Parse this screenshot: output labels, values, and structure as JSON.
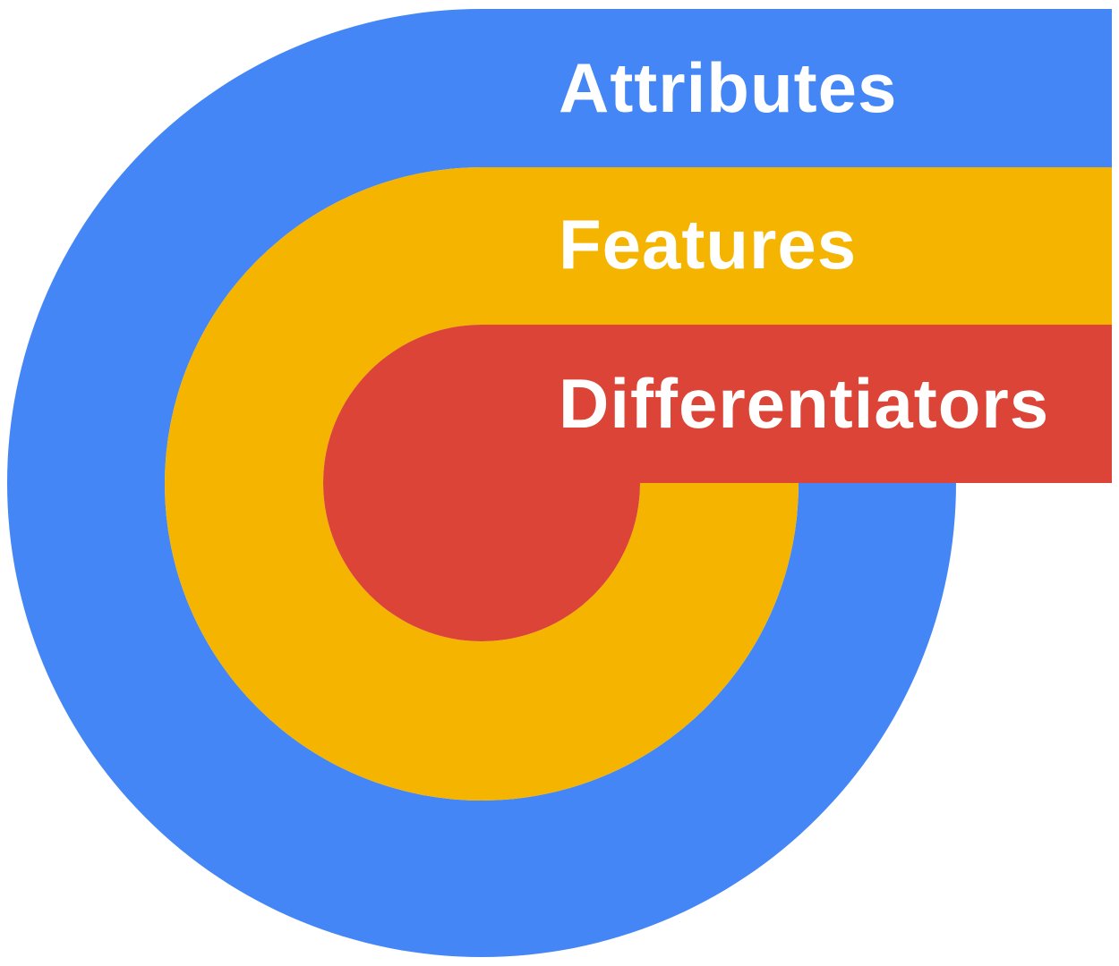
{
  "diagram": {
    "layers": [
      {
        "label": "Attributes",
        "color": "#4486F5"
      },
      {
        "label": "Features",
        "color": "#F4B400"
      },
      {
        "label": "Differentiators",
        "color": "#DB4437"
      }
    ]
  }
}
